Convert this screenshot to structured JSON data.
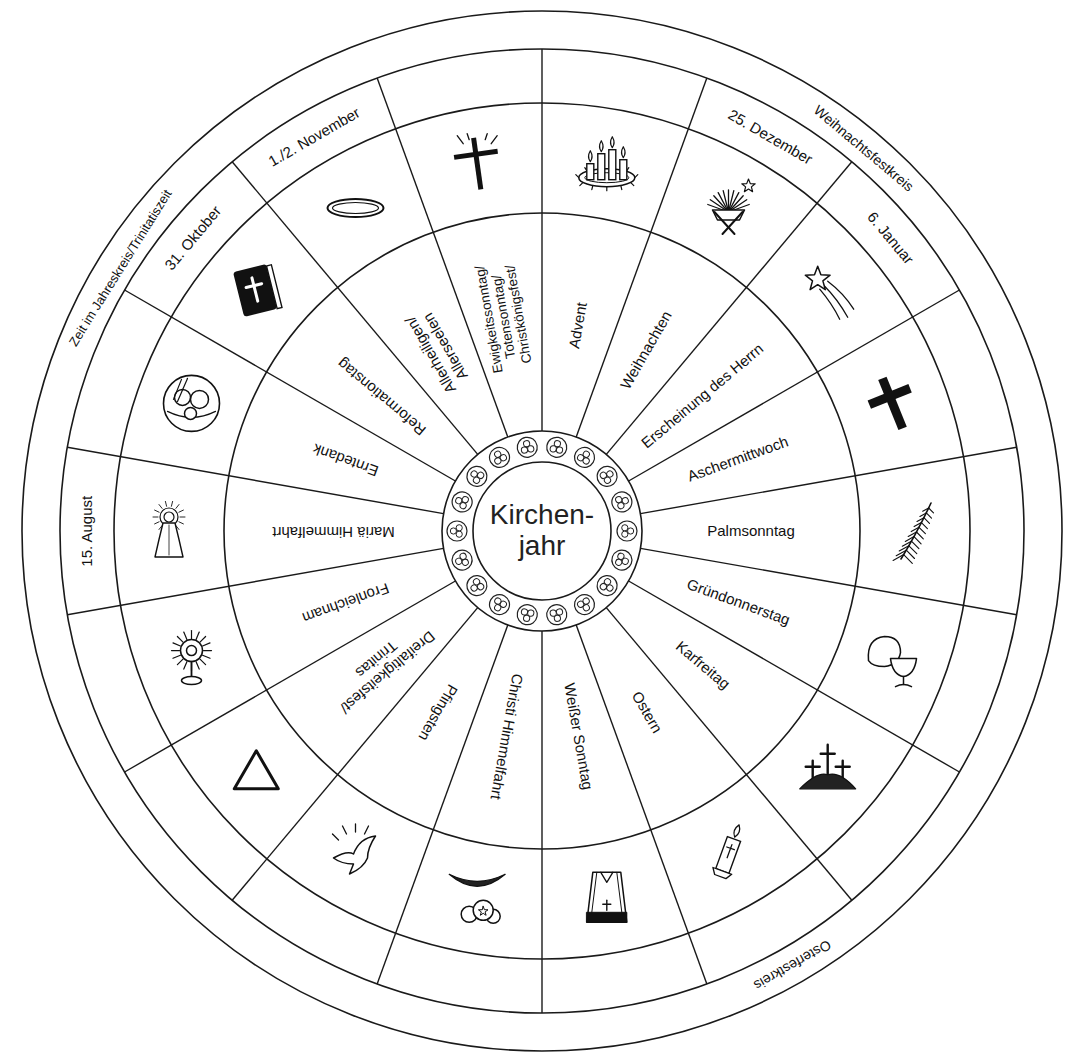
{
  "diagram": {
    "nodes": [
      {
        "text": [
          "Kirchen- jahr"
        ]
      },
      {
        "text": [
          "Advent"
        ]
      },
      {
        "text": [
          "Weihnachten"
        ]
      },
      {
        "text": [
          "Erscheinung des Herrn"
        ]
      },
      {
        "text": [
          "Aschermittwoch"
        ]
      },
      {
        "text": [
          "Palmsonntag"
        ]
      },
      {
        "text": [
          "Gründonnerstag"
        ]
      },
      {
        "text": [
          "Karfreitag"
        ]
      },
      {
        "text": [
          "Ostern"
        ]
      },
      {
        "text": [
          "Weißer Sonntag"
        ]
      },
      {
        "text": [
          "Christi Himmelfahrt"
        ]
      },
      {
        "text": [
          "Pfingsten"
        ]
      },
      {
        "text": [
          "Dreifaltigkeitsfest/ Trinitas"
        ]
      },
      {
        "text": [
          "Fronleichnam"
        ]
      },
      {
        "text": [
          "Mariä Himmelfahrt"
        ]
      },
      {
        "text": [
          "Erntedank"
        ]
      },
      {
        "text": [
          "Reformationstag"
        ]
      },
      {
        "text": [
          "Allerheiligen/ Allerseelen"
        ]
      },
      {
        "text": [
          "Ewigkeitssonntag/ Totensonntag/ Christkönigsfest/"
        ]
      }
    ],
    "labels": [
      "Weihnachtsfestkreis",
      "25. Dezember",
      "6. Januar",
      "Osterfestkreis",
      "15. August",
      "Zeit im Jahreskreis/Trinitatiszeit",
      "31. Oktober",
      "1./2. November"
    ]
  }
}
